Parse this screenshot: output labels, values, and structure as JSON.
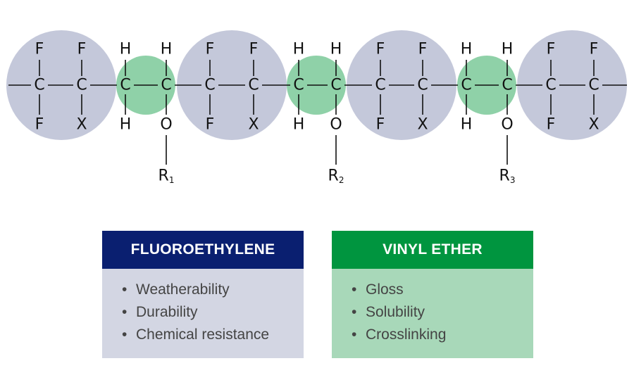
{
  "chain": {
    "segments": [
      {
        "kind": "fluoroethylene",
        "top": [
          "F",
          "F"
        ],
        "bottom": [
          "F",
          "X"
        ]
      },
      {
        "kind": "vinyl_ether",
        "top": [
          "H",
          "H"
        ],
        "bottom": [
          "H",
          "O"
        ],
        "pendant": [
          "R",
          "1"
        ]
      },
      {
        "kind": "fluoroethylene",
        "top": [
          "F",
          "F"
        ],
        "bottom": [
          "F",
          "X"
        ]
      },
      {
        "kind": "vinyl_ether",
        "top": [
          "H",
          "H"
        ],
        "bottom": [
          "H",
          "O"
        ],
        "pendant": [
          "R",
          "2"
        ]
      },
      {
        "kind": "fluoroethylene",
        "top": [
          "F",
          "F"
        ],
        "bottom": [
          "F",
          "X"
        ]
      },
      {
        "kind": "vinyl_ether",
        "top": [
          "H",
          "H"
        ],
        "bottom": [
          "H",
          "O"
        ],
        "pendant": [
          "R",
          "3"
        ]
      },
      {
        "kind": "fluoroethylene",
        "top": [
          "F",
          "F"
        ],
        "bottom": [
          "F",
          "X"
        ]
      }
    ],
    "backbone_atom": "C",
    "colors": {
      "fluoroethylene": "#c4c8da",
      "vinyl_ether": "#8fd1a8"
    }
  },
  "legend": {
    "fluoroethylene": {
      "title": "FLUOROETHYLENE",
      "header_color": "#0a1f70",
      "body_color": "#d3d6e3",
      "items": [
        "Weatherability",
        "Durability",
        "Chemical resistance"
      ]
    },
    "vinyl_ether": {
      "title": "VINYL ETHER",
      "header_color": "#00953f",
      "body_color": "#a8d8b9",
      "items": [
        "Gloss",
        "Solubility",
        "Crosslinking"
      ]
    }
  },
  "bullet_glyph": "•"
}
